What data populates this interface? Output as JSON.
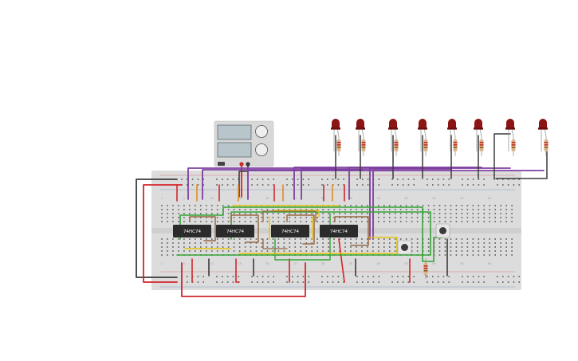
{
  "chips": [
    {
      "label": "74HC74"
    },
    {
      "label": "74HC74"
    },
    {
      "label": "74HC74"
    },
    {
      "label": "74HC74"
    }
  ],
  "column_numbers": [
    "1",
    "5",
    "10",
    "15",
    "20",
    "25",
    "30",
    "35",
    "40",
    "45",
    "50",
    "55",
    "60"
  ],
  "led_count": 8,
  "colors": {
    "board": "#dcdcdc",
    "hole": "#5a5a5a",
    "rail_red": "#d0302b",
    "rail_blue": "#3a6fb0",
    "chip": "#2b2b2b",
    "led": "#8b1414",
    "wire_purple": "#7e3fa0",
    "wire_red": "#d3262b",
    "wire_black": "#3a3a3a",
    "wire_orange": "#e58a1f",
    "wire_yellow": "#e3c316",
    "wire_green": "#33a334",
    "wire_brown": "#9a6a43",
    "supply_body": "#d8d8d8",
    "supply_screen": "#b8c6cc"
  },
  "icons": {
    "power_supply": "power-supply-icon",
    "pushbutton": "pushbutton-icon",
    "led": "led-icon",
    "resistor": "resistor-icon"
  }
}
